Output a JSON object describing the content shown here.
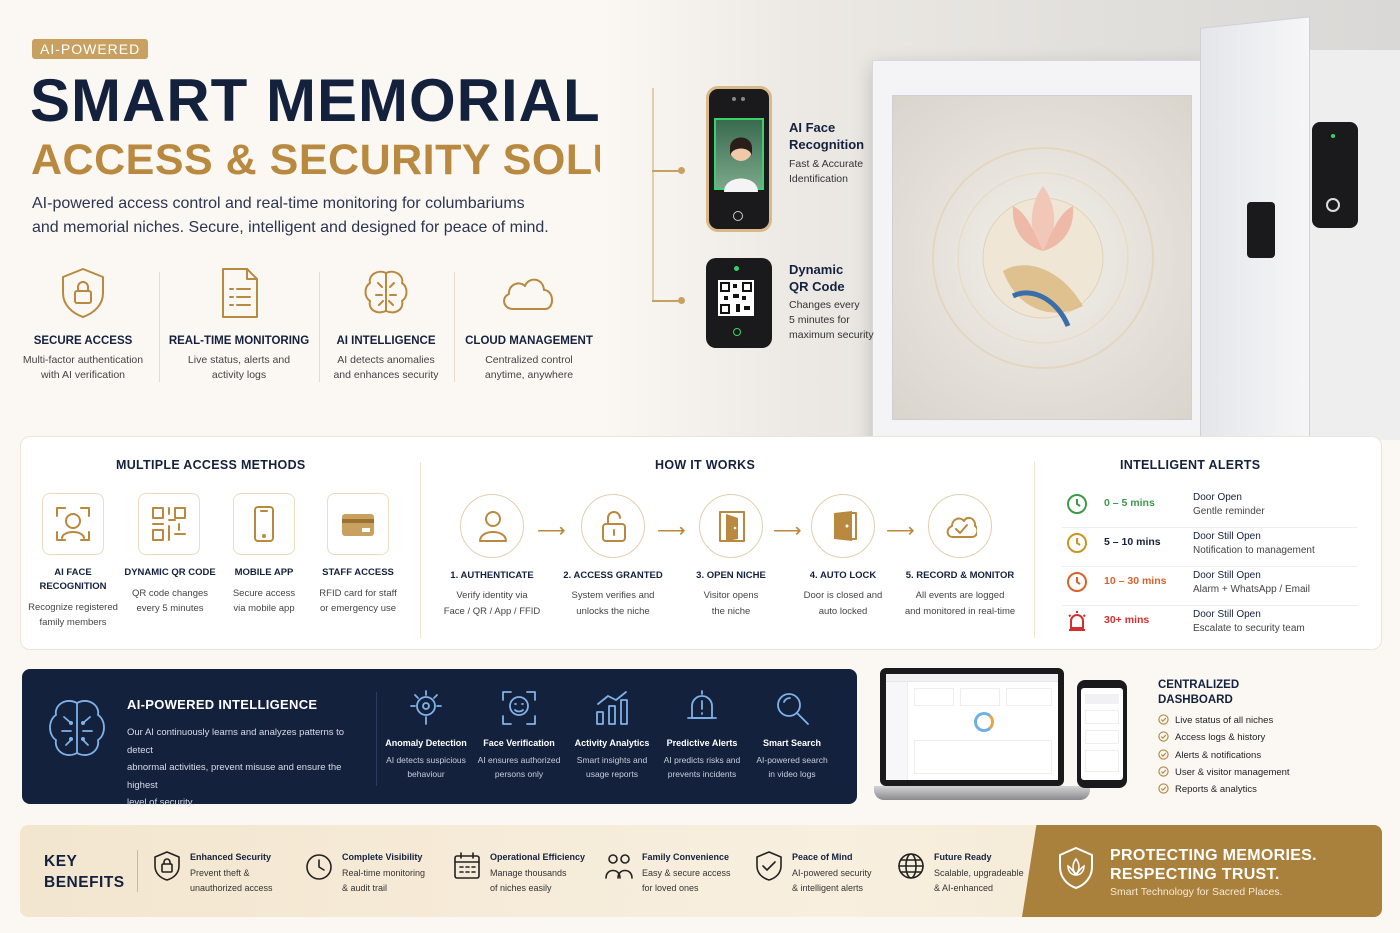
{
  "hero": {
    "badge": "AI-POWERED",
    "title_line1": "SMART MEMORIAL",
    "title_line2": "ACCESS & SECURITY SOLUTION",
    "description_line1": "AI-powered access control and real-time monitoring for columbariums",
    "description_line2": "and memorial niches. Secure, intelligent and designed for peace of mind."
  },
  "features": [
    {
      "icon": "shield-lock-icon",
      "title": "SECURE ACCESS",
      "desc1": "Multi-factor authentication",
      "desc2": "with AI verification"
    },
    {
      "icon": "document-list-icon",
      "title": "REAL-TIME MONITORING",
      "desc1": "Live status, alerts and",
      "desc2": "activity logs"
    },
    {
      "icon": "brain-icon",
      "title": "AI INTELLIGENCE",
      "desc1": "AI detects anomalies",
      "desc2": "and enhances security"
    },
    {
      "icon": "cloud-icon",
      "title": "CLOUD MANAGEMENT",
      "desc1": "Centralized control",
      "desc2": "anytime, anywhere"
    }
  ],
  "devices": {
    "face": {
      "title1": "AI Face",
      "title2": "Recognition",
      "sub1": "Fast & Accurate",
      "sub2": "Identification"
    },
    "qr": {
      "title1": "Dynamic",
      "title2": "QR Code",
      "sub1": "Changes every",
      "sub2": "5 minutes for",
      "sub3": "maximum security"
    }
  },
  "access_methods": {
    "title": "MULTIPLE ACCESS METHODS",
    "items": [
      {
        "icon": "face-scan-icon",
        "title1": "AI FACE",
        "title2": "RECOGNITION",
        "desc1": "Recognize registered",
        "desc2": "family members"
      },
      {
        "icon": "qr-code-icon",
        "title1": "DYNAMIC QR CODE",
        "title2": "",
        "desc1": "QR code changes",
        "desc2": "every 5 minutes"
      },
      {
        "icon": "mobile-phone-icon",
        "title1": "MOBILE APP",
        "title2": "",
        "desc1": "Secure access",
        "desc2": "via mobile app"
      },
      {
        "icon": "rfid-card-icon",
        "title1": "STAFF ACCESS",
        "title2": "",
        "desc1": "RFID card for staff",
        "desc2": "or emergency use"
      }
    ]
  },
  "how_it_works": {
    "title": "HOW IT WORKS",
    "steps": [
      {
        "icon": "user-icon",
        "title": "1. AUTHENTICATE",
        "desc1": "Verify identity via",
        "desc2": "Face / QR / App / FFID"
      },
      {
        "icon": "unlock-icon",
        "title": "2. ACCESS GRANTED",
        "desc1": "System verifies and",
        "desc2": "unlocks the niche"
      },
      {
        "icon": "open-door-icon",
        "title": "3. OPEN NICHE",
        "desc1": "Visitor opens",
        "desc2": "the niche"
      },
      {
        "icon": "closed-door-icon",
        "title": "4. AUTO LOCK",
        "desc1": "Door is closed and",
        "desc2": "auto locked"
      },
      {
        "icon": "cloud-check-icon",
        "title": "5. RECORD & MONITOR",
        "desc1": "All events are logged",
        "desc2": "and monitored in real-time"
      }
    ],
    "arrow": "⟶"
  },
  "alerts": {
    "title": "INTELLIGENT ALERTS",
    "rows": [
      {
        "icon": "clock-green-icon",
        "time": "0 – 5 mins",
        "status": "Door Open",
        "action": "Gentle reminder",
        "color": "#3c9a4a"
      },
      {
        "icon": "clock-yellow-icon",
        "time": "5 – 10 mins",
        "status": "Door Still Open",
        "action": "Notification to management",
        "color": "#c8961f"
      },
      {
        "icon": "clock-orange-icon",
        "time": "10 – 30 mins",
        "status": "Door Still Open",
        "action": "Alarm + WhatsApp / Email",
        "color": "#d9622b"
      },
      {
        "icon": "siren-icon",
        "time": "30+ mins",
        "status": "Door Still Open",
        "action": "Escalate to security team",
        "color": "#d22f2f"
      }
    ]
  },
  "ai_intelligence": {
    "title": "AI-POWERED INTELLIGENCE",
    "desc1": "Our AI continuously learns and analyzes patterns to detect",
    "desc2": "abnormal activities, prevent misuse and ensure the highest",
    "desc3": "level of security.",
    "items": [
      {
        "icon": "anomaly-icon",
        "title": "Anomaly Detection",
        "desc1": "AI detects suspicious",
        "desc2": "behaviour"
      },
      {
        "icon": "face-verify-icon",
        "title": "Face Verification",
        "desc1": "AI ensures authorized",
        "desc2": "persons only"
      },
      {
        "icon": "analytics-icon",
        "title": "Activity Analytics",
        "desc1": "Smart insights and",
        "desc2": "usage reports"
      },
      {
        "icon": "alert-bell-icon",
        "title": "Predictive Alerts",
        "desc1": "AI predicts risks and",
        "desc2": "prevents incidents"
      },
      {
        "icon": "magnifier-icon",
        "title": "Smart Search",
        "desc1": "AI-powered search",
        "desc2": "in video logs"
      }
    ]
  },
  "dashboard": {
    "title1": "CENTRALIZED",
    "title2": "DASHBOARD",
    "items": [
      "Live status of all niches",
      "Access logs & history",
      "Alerts & notifications",
      "User & visitor management",
      "Reports & analytics"
    ]
  },
  "benefits": {
    "title1": "KEY",
    "title2": "BENEFITS",
    "items": [
      {
        "icon": "shield-lock-icon",
        "title": "Enhanced Security",
        "desc1": "Prevent theft &",
        "desc2": "unauthorized access"
      },
      {
        "icon": "clock-icon",
        "title": "Complete Visibility",
        "desc1": "Real-time monitoring",
        "desc2": "& audit trail"
      },
      {
        "icon": "calendar-grid-icon",
        "title": "Operational Efficiency",
        "desc1": "Manage thousands",
        "desc2": "of niches easily"
      },
      {
        "icon": "family-icon",
        "title": "Family Convenience",
        "desc1": "Easy & secure access",
        "desc2": "for loved ones"
      },
      {
        "icon": "shield-check-icon",
        "title": "Peace of Mind",
        "desc1": "AI-powered security",
        "desc2": "& intelligent alerts"
      },
      {
        "icon": "globe-icon",
        "title": "Future Ready",
        "desc1": "Scalable, upgradeable",
        "desc2": "& AI-enhanced"
      }
    ]
  },
  "tagline": {
    "line1": "PROTECTING MEMORIES.",
    "line2": "RESPECTING TRUST.",
    "sub": "Smart Technology for Sacred Places."
  }
}
